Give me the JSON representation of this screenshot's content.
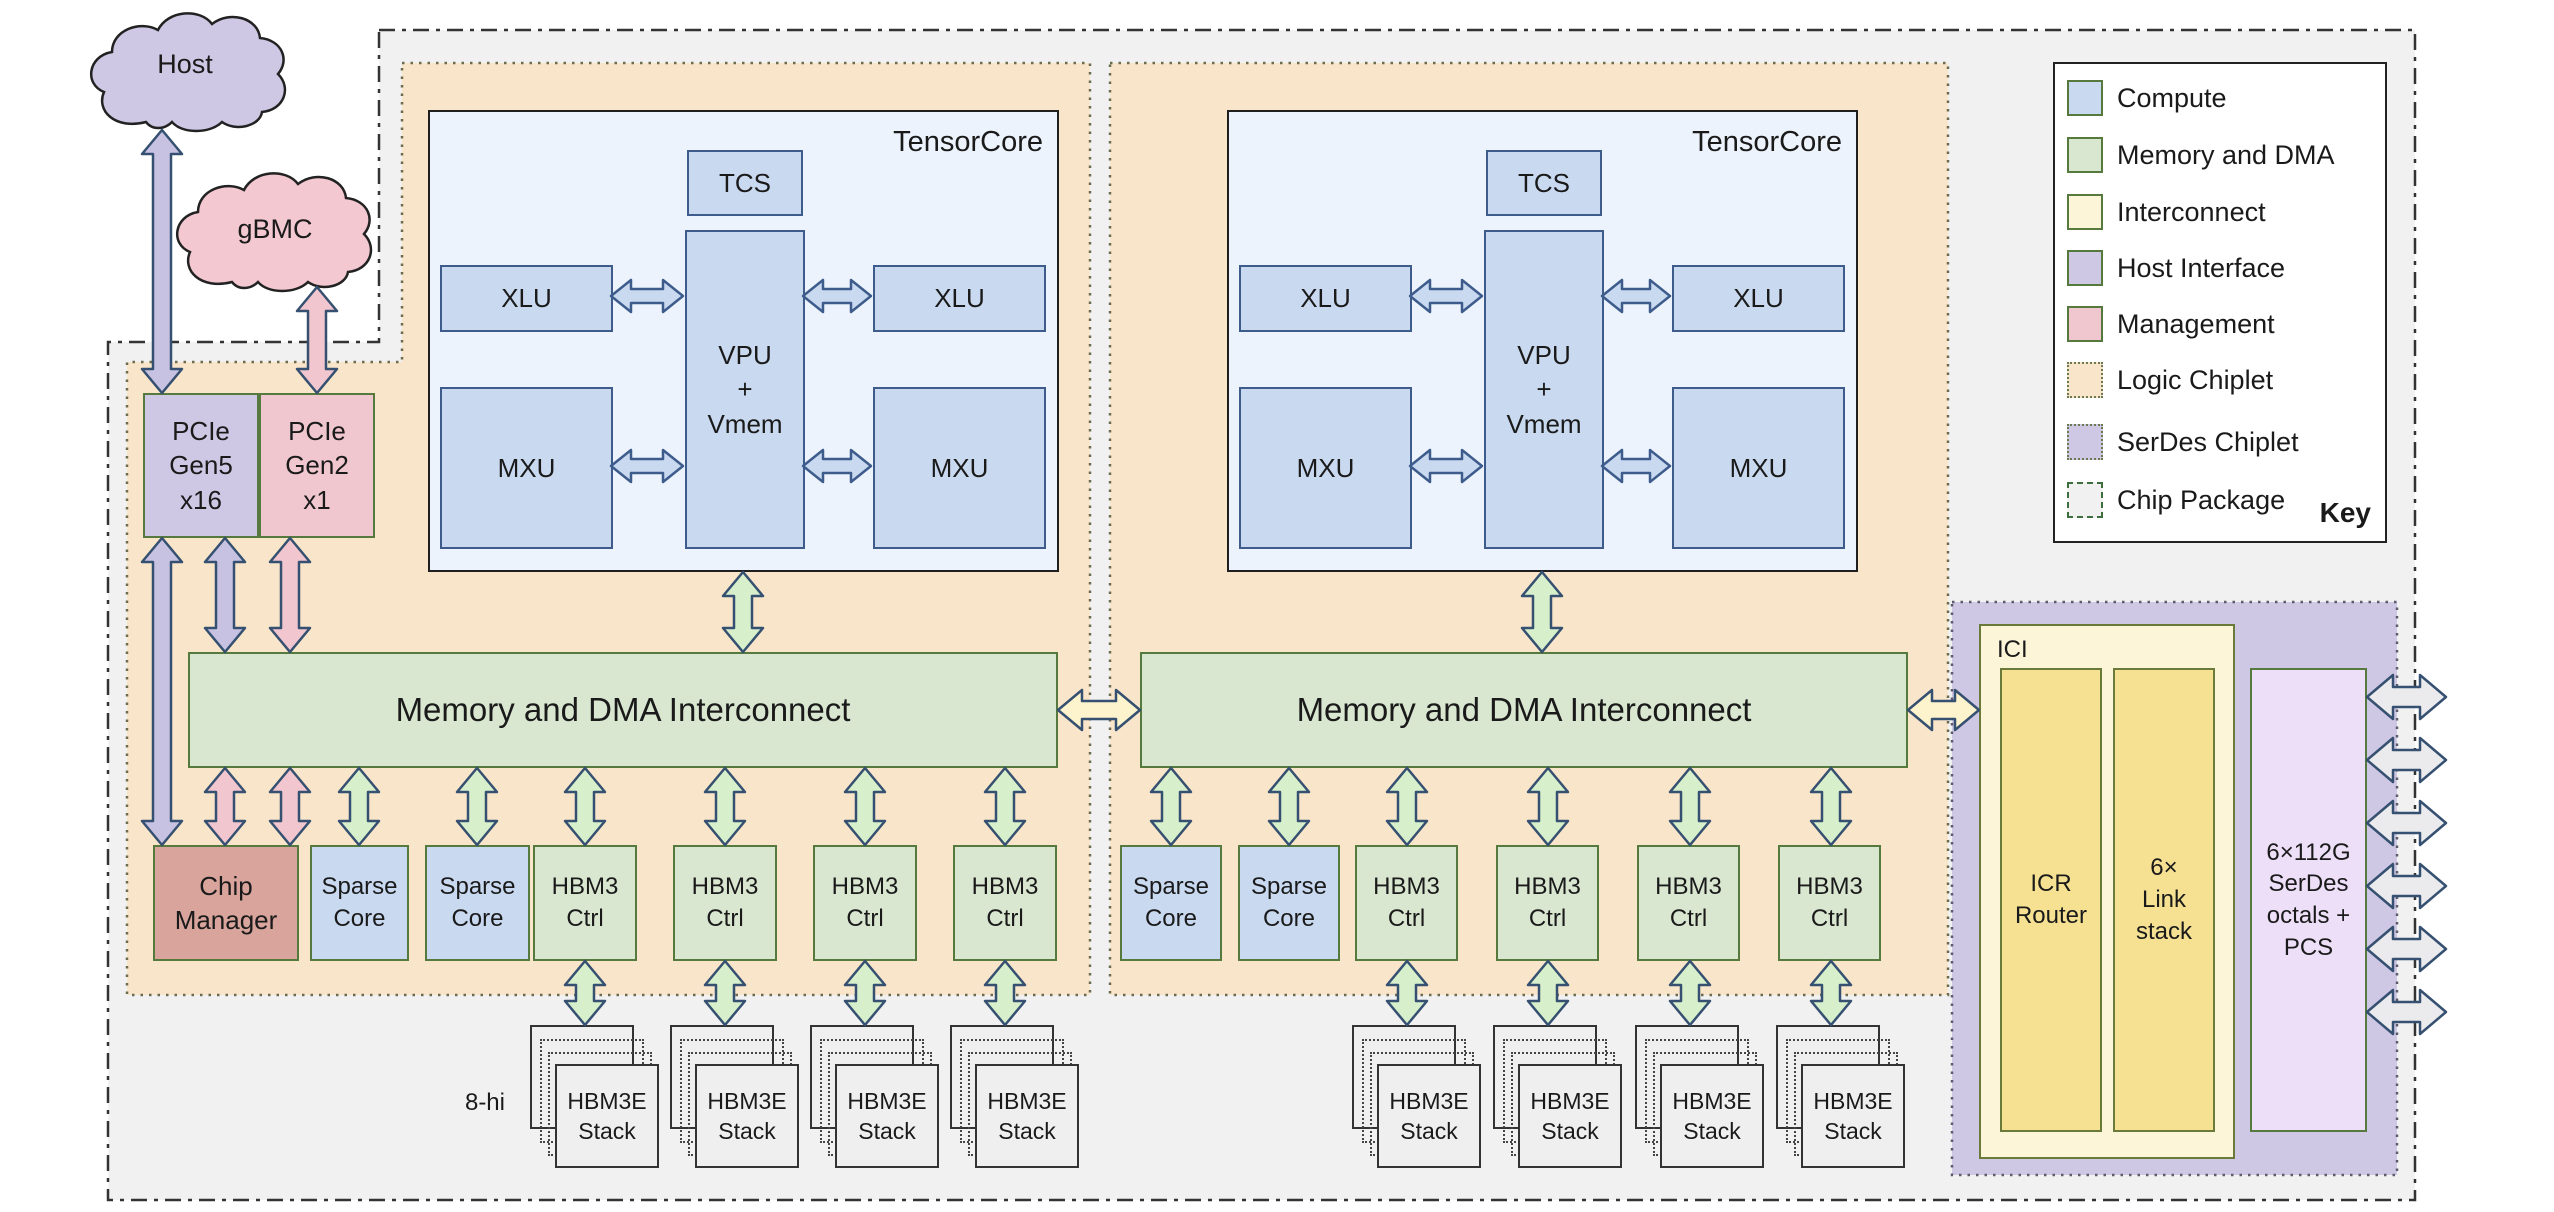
{
  "palette": {
    "compute_fill": "#c9d9f0",
    "compute_border": "#3d5c8c",
    "memory_fill": "#d9e7d1",
    "memory_border": "#567a3e",
    "interconnect_fill": "#fcf5d7",
    "interconnect_inner_fill": "#f6e193",
    "host_interface_fill": "#cfc8e4",
    "management_fill": "#f1c7cf",
    "chip_manager_fill": "#d8a49c",
    "logic_chiplet_fill": "#f9e5ca",
    "serdes_chiplet_fill": "#cfc8e4",
    "serdes_box_fill": "#eedff8",
    "package_fill": "#f1f1f1",
    "arrow_green": "#d8efcc",
    "arrow_yellow": "#fdf3cd",
    "arrow_lavender": "#c8c2e2",
    "arrow_pink": "#f2c6ce",
    "arrow_gray": "#ebebee",
    "arrow_blue": "#c9d9f0",
    "arrow_stroke": "#355070",
    "arrow_blue_stroke": "#3d5c8c"
  },
  "clouds": {
    "host": "Host",
    "gbmc": "gBMC"
  },
  "pcie": {
    "gen5": "PCIe\nGen5\nx16",
    "gen2": "PCIe\nGen2\nx1"
  },
  "tensorcore": {
    "title": "TensorCore",
    "tcs": "TCS",
    "xlu": "XLU",
    "vpu": "VPU\n+\nVmem",
    "mxu": "MXU"
  },
  "interconnect": {
    "label": "Memory and DMA Interconnect"
  },
  "row": {
    "chip_manager": "Chip Manager",
    "sparse_core": "Sparse\nCore",
    "hbm3_ctrl": "HBM3\nCtrl"
  },
  "hbm": {
    "stack_label": "HBM3E\nStack",
    "height_note": "8-hi"
  },
  "ici": {
    "title": "ICI",
    "icr_router": "ICR\nRouter",
    "link_stack": "6×\nLink\nstack",
    "serdes": "6×112G\nSerDes\noctals +\nPCS"
  },
  "legend": {
    "title": "Key",
    "items": [
      {
        "label": "Compute",
        "fill": "#c9d9f0",
        "style": "solid"
      },
      {
        "label": "Memory and DMA",
        "fill": "#d9e7d1",
        "style": "solid"
      },
      {
        "label": "Interconnect",
        "fill": "#fcf5d7",
        "style": "solid"
      },
      {
        "label": "Host Interface",
        "fill": "#cfc8e4",
        "style": "solid"
      },
      {
        "label": "Management",
        "fill": "#f1c7cf",
        "style": "solid"
      },
      {
        "label": "Logic Chiplet",
        "fill": "#f9e5ca",
        "style": "dotted"
      },
      {
        "label": "SerDes Chiplet",
        "fill": "#cfc8e4",
        "style": "dotted"
      },
      {
        "label": "Chip Package",
        "fill": "#f1f1f1",
        "style": "dashdot"
      }
    ]
  }
}
